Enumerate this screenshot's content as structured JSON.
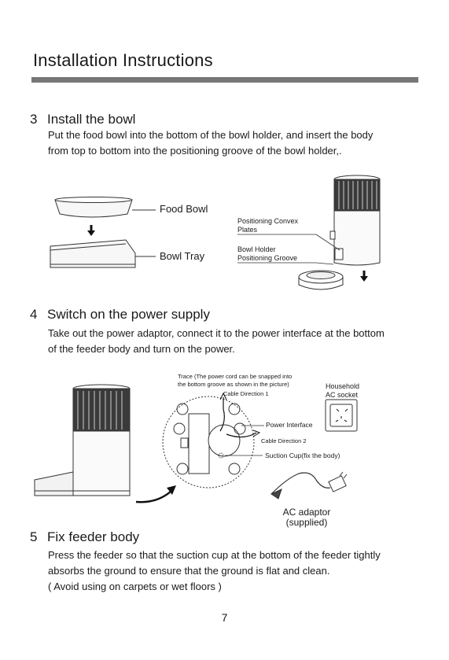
{
  "title": "Installation Instructions",
  "steps": [
    {
      "number": "3",
      "heading": "Install the bowl",
      "text_lines": [
        "Put the food bowl into the bottom of the bowl holder, and insert the body",
        "from top to bottom into the positioning groove of the bowl holder,."
      ],
      "labels": {
        "food_bowl": "Food Bowl",
        "bowl_tray": "Bowl Tray",
        "convex_line1": "Positioning Convex",
        "convex_line2": "Plates",
        "groove_line1": "Bowl Holder",
        "groove_line2": "Positioning Groove"
      }
    },
    {
      "number": "4",
      "heading": "Switch on the power supply",
      "text_lines": [
        "Take out the power adaptor, connect it to the power interface at the bottom",
        "of the feeder body and turn on the power."
      ],
      "labels": {
        "trace_line1": "Trace (The power cord can be snapped into",
        "trace_line2": "the bottom groove as shown in the picture)",
        "cable_dir1": "Cable Direction 1",
        "power_interface": "Power Interface",
        "cable_dir2": "Cable Direction 2",
        "suction_cup": "Suction Cup(fix the body)",
        "socket_line1": "Household",
        "socket_line2": "AC socket",
        "adaptor_line1": "AC adaptor",
        "adaptor_line2": "(supplied)"
      }
    },
    {
      "number": "5",
      "heading": "Fix feeder body",
      "text_lines": [
        "Press the feeder so that the suction cup at the bottom of the feeder tightly",
        "absorbs the ground to ensure that the ground is flat and clean.",
        "( Avoid using on carpets or wet floors )"
      ]
    }
  ],
  "page_number": "7"
}
